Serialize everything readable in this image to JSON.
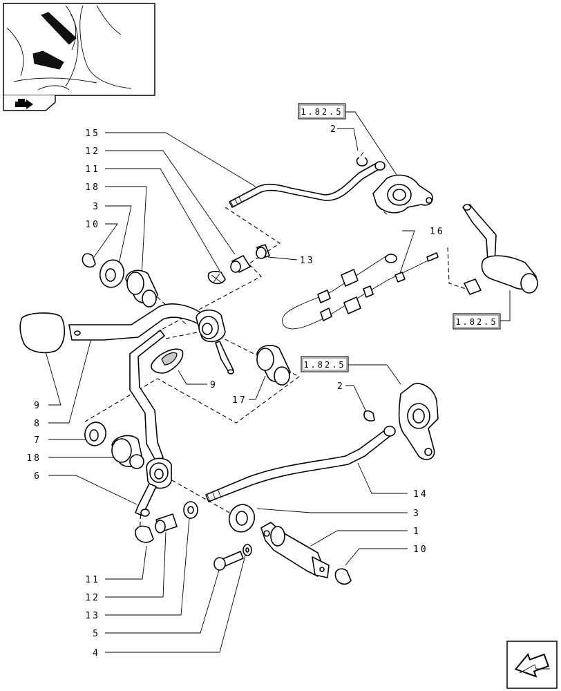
{
  "callouts": {
    "c15": "15",
    "c12a": "12",
    "c11a": "11",
    "c18a": "18",
    "c3a": "3",
    "c10a": "10",
    "c9a": "9",
    "c8": "8",
    "c7": "7",
    "c18b": "18",
    "c6": "6",
    "c11b": "11",
    "c12b": "12",
    "c13b": "13",
    "c5": "5",
    "c4": "4",
    "c13a": "13",
    "c16": "16",
    "c9b": "9",
    "c17": "17",
    "c2a": "2",
    "c2b": "2",
    "c14": "14",
    "c3b": "3",
    "c1": "1",
    "c10b": "10"
  },
  "references": {
    "ref_top": "1.82.5",
    "ref_right": "1.82.5",
    "ref_mid": "1.82.5"
  },
  "icons": {
    "thumbnail": "tractor-pedal-location-thumbnail",
    "section_icon": "folder-arrow-icon",
    "nav_icon": "next-page-arrow-icon"
  }
}
